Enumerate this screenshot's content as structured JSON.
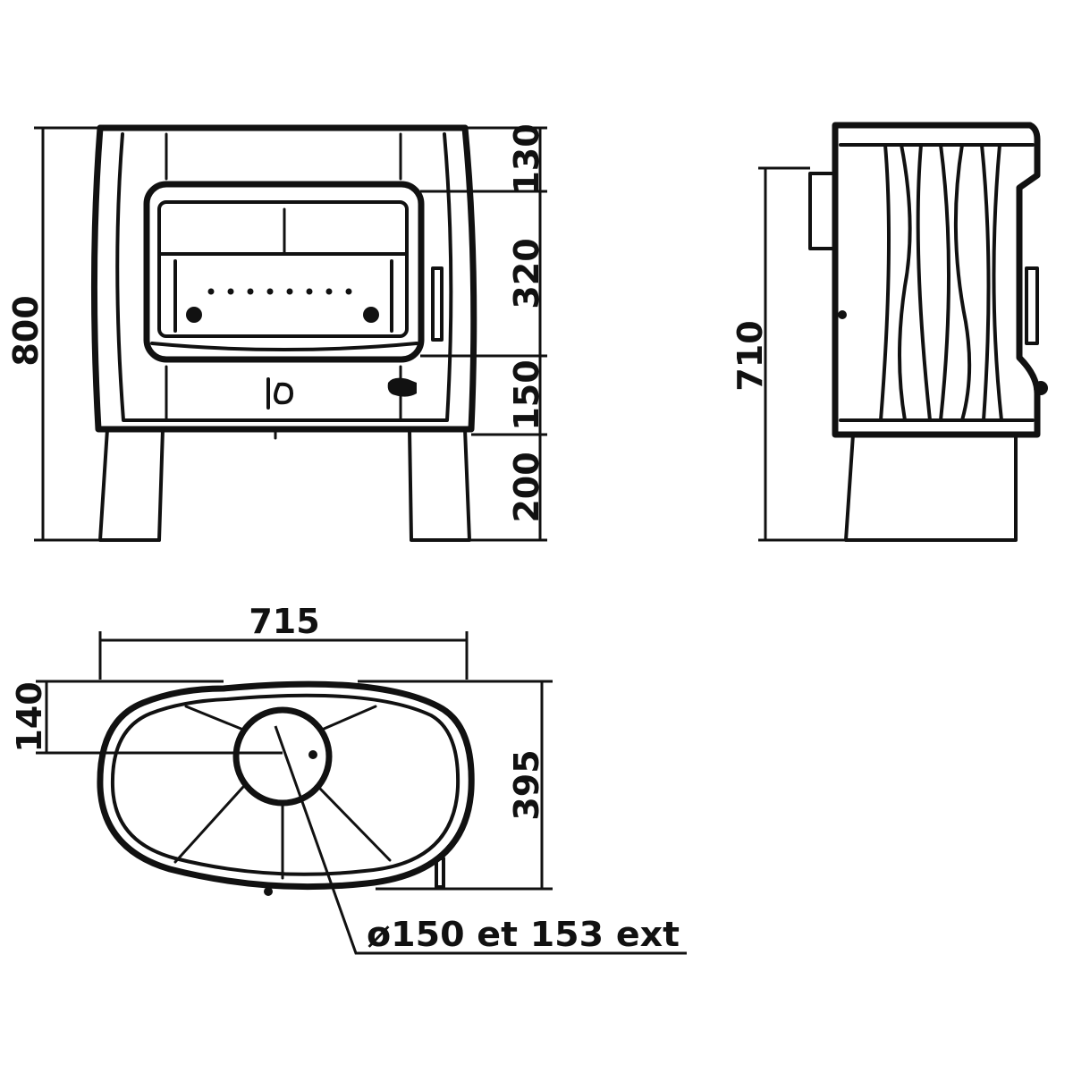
{
  "front": {
    "total_height": "800",
    "segments": [
      "130",
      "320",
      "150",
      "200"
    ]
  },
  "side": {
    "height": "710"
  },
  "top": {
    "width": "715",
    "depth": "395",
    "offset": "140",
    "flue_label": "ø150 et 153 ext"
  },
  "colors": {
    "line": "#111111",
    "background": "#ffffff"
  }
}
